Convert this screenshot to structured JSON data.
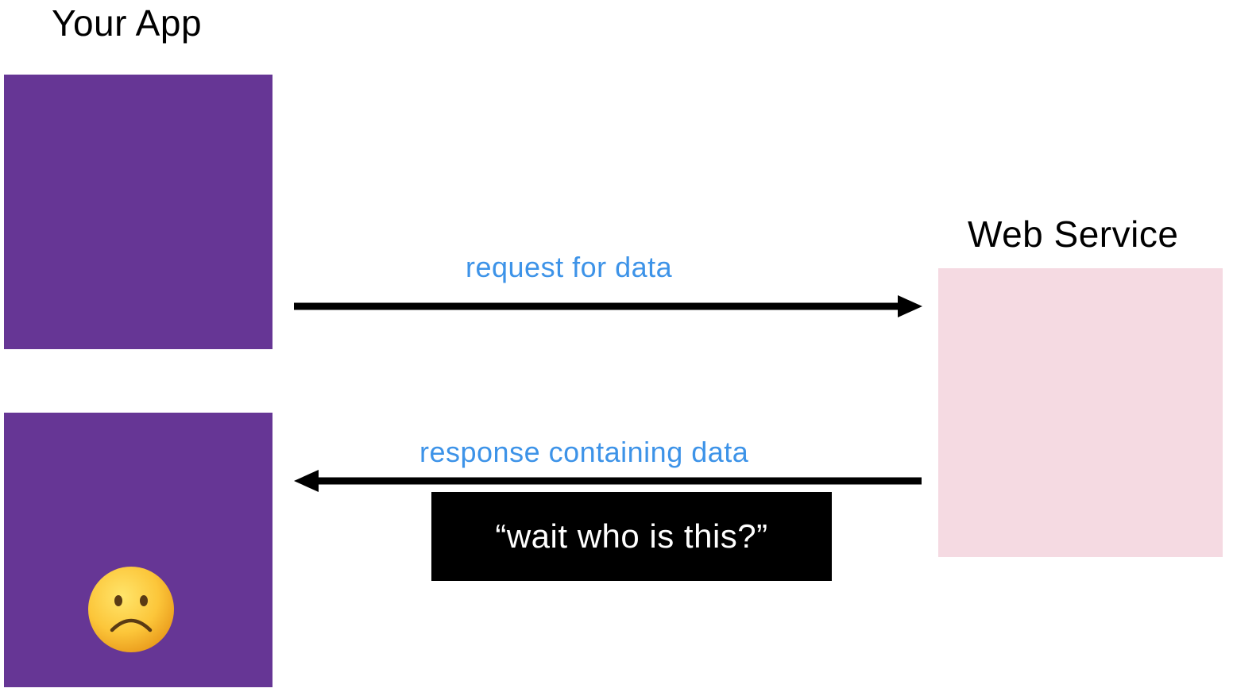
{
  "app": {
    "title": "Your App",
    "box_color": "#663695"
  },
  "service": {
    "title": "Web Service",
    "box_color": "#f5dae2"
  },
  "request": {
    "label": "request for data",
    "direction": "app-to-service"
  },
  "response": {
    "label": "response containing data",
    "direction": "service-to-app",
    "callout": "“wait who is this?”"
  },
  "emoji": {
    "icon": "frowning-face-icon"
  },
  "colors": {
    "label_text": "#3d93e8",
    "arrow": "#000000",
    "callout_bg": "#000000",
    "callout_text": "#ffffff"
  }
}
